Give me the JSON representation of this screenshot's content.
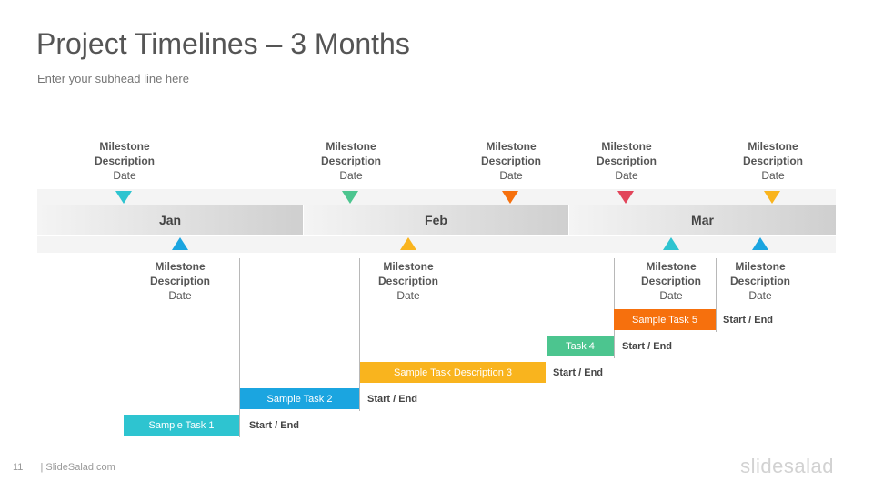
{
  "slide": {
    "title": "Project Timelines – 3 Months",
    "subtitle": "Enter your subhead  line here",
    "page_number": "11",
    "footer_text": "| SlideSalad.com",
    "logo_text": "slidesalad"
  },
  "months": [
    "Jan",
    "Feb",
    "Mar"
  ],
  "milestones_top": [
    {
      "title": "Milestone Description",
      "date": "Date",
      "color": "#2ec4d0"
    },
    {
      "title": "Milestone Description",
      "date": "Date",
      "color": "#4cc58f"
    },
    {
      "title": "Milestone Description",
      "date": "Date",
      "color": "#f6700d"
    },
    {
      "title": "Milestone Description",
      "date": "Date",
      "color": "#e2455a"
    },
    {
      "title": "Milestone Description",
      "date": "Date",
      "color": "#f9b41e"
    }
  ],
  "milestones_bottom": [
    {
      "title": "Milestone Description",
      "date": "Date",
      "color": "#1ba5e0"
    },
    {
      "title": "Milestone Description",
      "date": "Date",
      "color": "#f9b41e"
    },
    {
      "title": "Milestone Description",
      "date": "Date",
      "color": "#2ec4d0"
    },
    {
      "title": "Milestone Description",
      "date": "Date",
      "color": "#1ba5e0"
    }
  ],
  "tasks": [
    {
      "label": "Sample Task 1",
      "range": "Start / End",
      "color": "#2ec4d0"
    },
    {
      "label": "Sample Task 2",
      "range": "Start / End",
      "color": "#1ba5e0"
    },
    {
      "label": "Sample Task Description 3",
      "range": "Start / End",
      "color": "#f9b41e"
    },
    {
      "label": "Task 4",
      "range": "Start / End",
      "color": "#4cc58f"
    },
    {
      "label": "Sample Task 5",
      "range": "Start / End",
      "color": "#f6700d"
    }
  ]
}
